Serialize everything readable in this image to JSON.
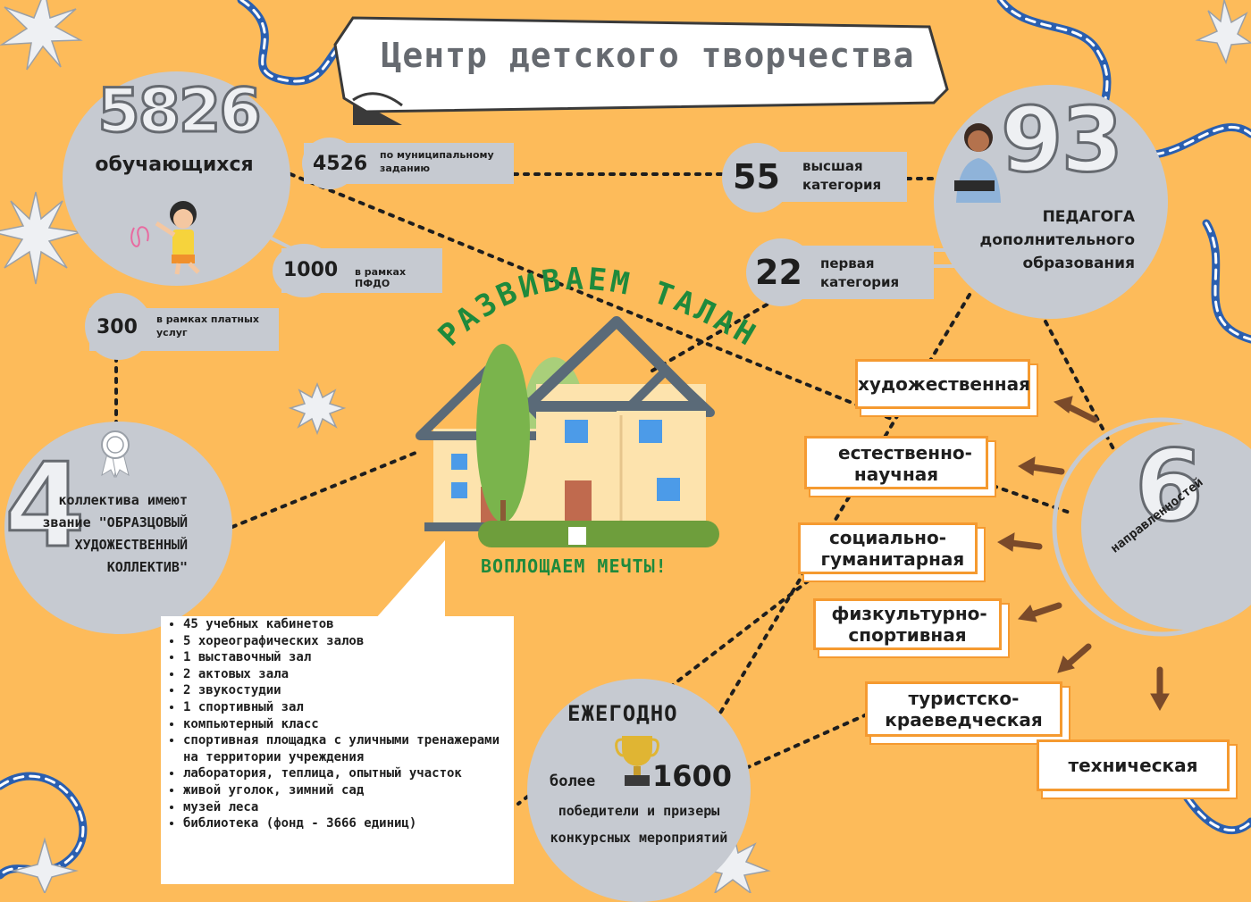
{
  "title": "Центр детского творчества",
  "students": {
    "number": "5826",
    "label": "обучающихся"
  },
  "stats": [
    {
      "value": "4526",
      "label": "по муниципальному заданию"
    },
    {
      "value": "1000",
      "label": "в рамках ПФДО"
    },
    {
      "value": "300",
      "label": "в рамках платных услуг"
    }
  ],
  "teachers": {
    "number": "93",
    "label": "ПЕДАГОГА дополнительного образования"
  },
  "categories": [
    {
      "value": "55",
      "label": "высшая категория"
    },
    {
      "value": "22",
      "label": "первая категория"
    }
  ],
  "collectives": {
    "number": "4",
    "label": "коллектива имеют звание \"ОБРАЗЦОВЫЙ ХУДОЖЕСТВЕННЫЙ КОЛЛЕКТИВ\""
  },
  "center": {
    "arc_text": "РАЗВИВАЕМ ТАЛАНТЫ",
    "subtitle": "ВОПЛОЩАЕМ МЕЧТЫ!"
  },
  "directions": {
    "number": "6",
    "label": "направленностей",
    "items": [
      "художественная",
      "естественно-научная",
      "социально-гуманитарная",
      "физкультурно-спортивная",
      "туристско-краеведческая",
      "техническая"
    ]
  },
  "yearly": {
    "heading": "ЕЖЕГОДНО",
    "prefix": "более",
    "number": "1600",
    "label": "победители и призеры конкурсных мероприятий"
  },
  "facilities": [
    "45 учебных кабинетов",
    "5 хореографических залов",
    "1 выставочный зал",
    "2 актовых зала",
    "2 звукостудии",
    "1 спортивный зал",
    "компьютерный класс",
    "спортивная площадка с уличными тренажерами на территории учреждения",
    "лаборатория, теплица, опытный участок",
    "живой уголок, зимний сад",
    "музей леса",
    "библиотека (фонд - 3666 единиц)"
  ],
  "colors": {
    "background": "#fdbb5a",
    "bubble": "#c6cad1",
    "accent_green": "#1e8a3c",
    "outline_orange": "#f59a30",
    "arrow_brown": "#7a4a2a"
  },
  "icons": [
    "sparkle-icon",
    "girl-gymnast-icon",
    "teacher-icon",
    "ribbon-award-icon",
    "trophy-icon",
    "house-icon",
    "tree-icon",
    "arrow-icon"
  ]
}
